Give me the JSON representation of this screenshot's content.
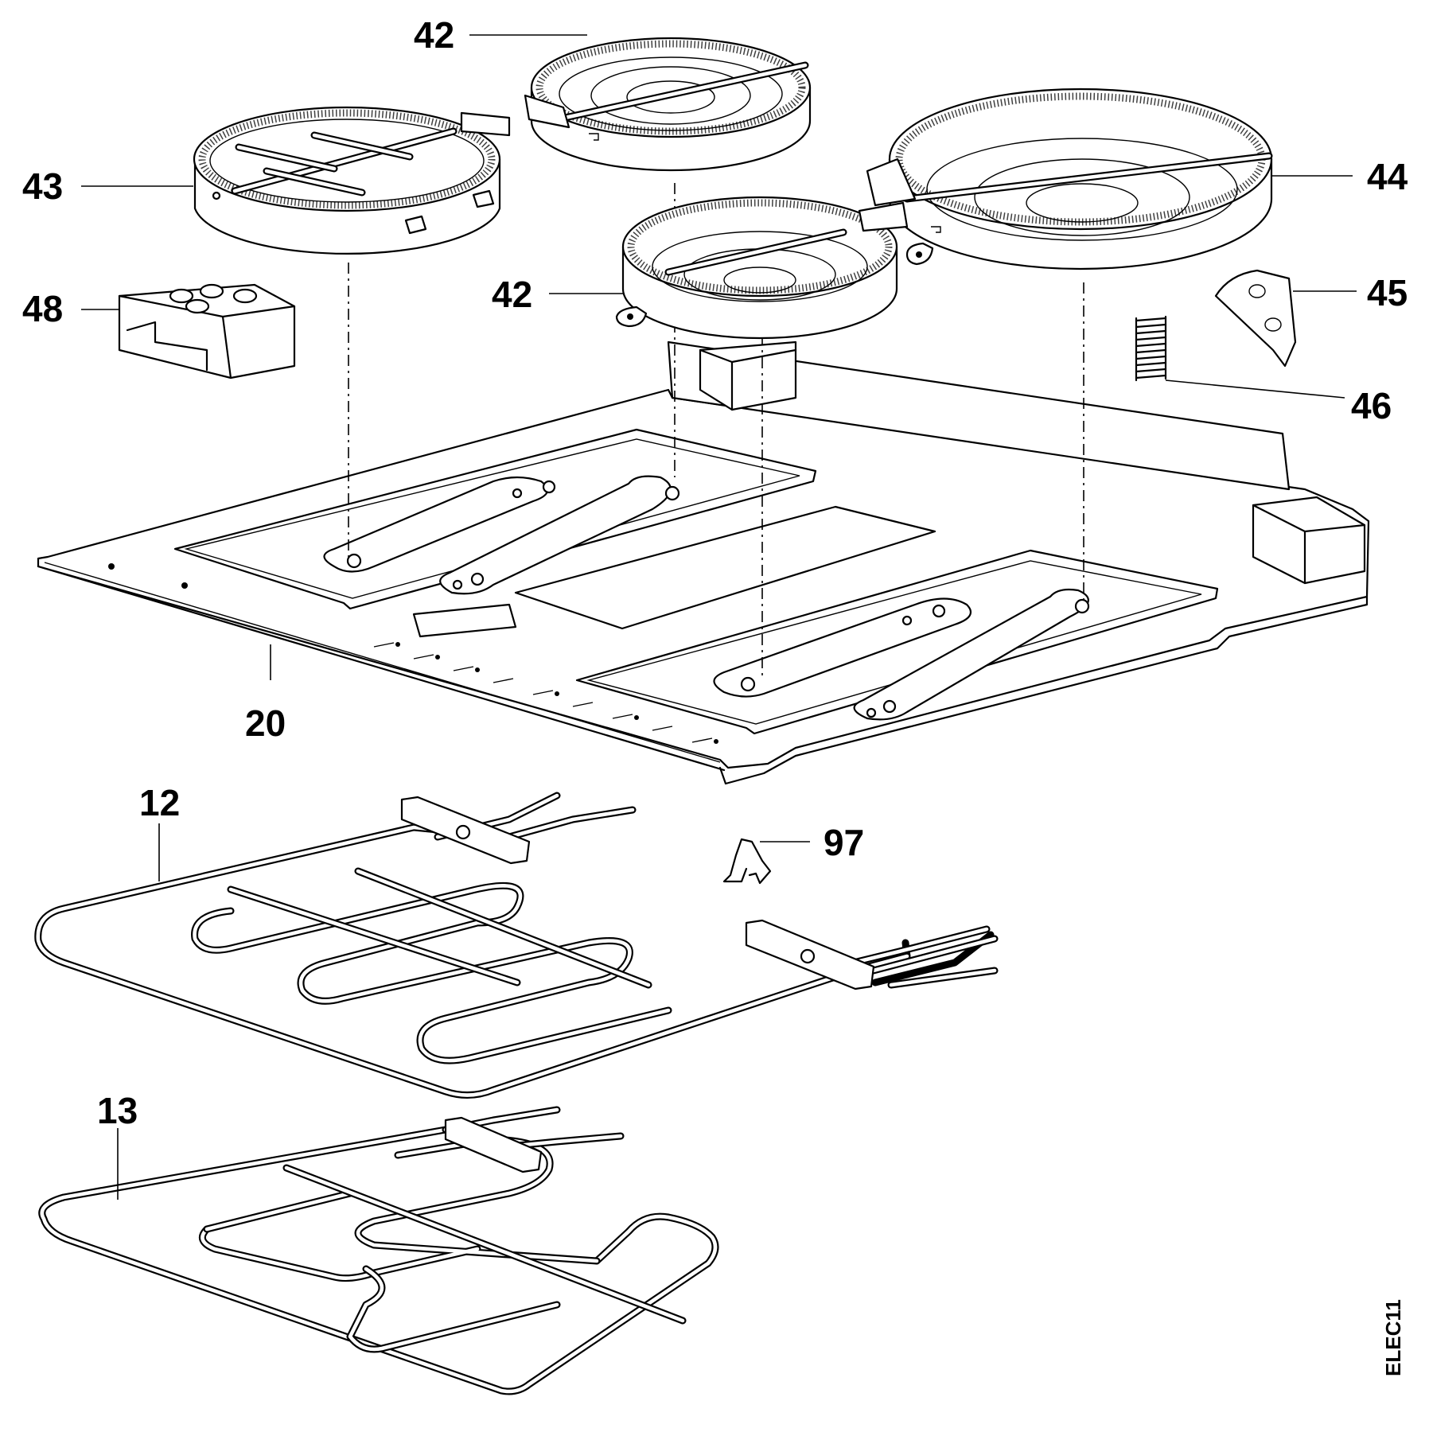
{
  "diagram": {
    "code": "ELEC11",
    "callouts": {
      "c42_top": "42",
      "c43": "43",
      "c44": "44",
      "c48": "48",
      "c42_mid": "42",
      "c45": "45",
      "c46": "46",
      "c20": "20",
      "c12": "12",
      "c97": "97",
      "c13": "13"
    }
  }
}
